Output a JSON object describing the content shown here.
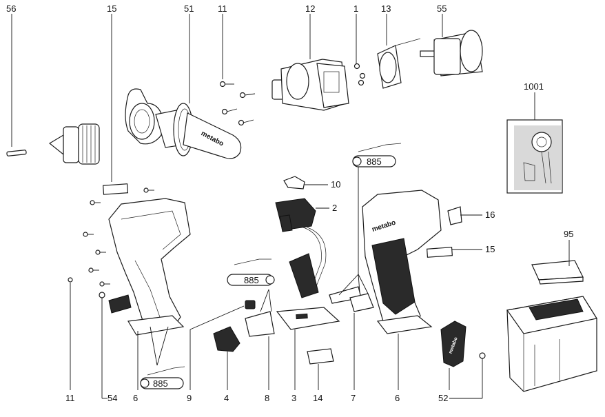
{
  "callouts": {
    "c56": "56",
    "c15a": "15",
    "c51": "51",
    "c11a": "11",
    "c12": "12",
    "c1": "1",
    "c13": "13",
    "c55": "55",
    "c1001": "1001",
    "c10": "10",
    "c2": "2",
    "c16": "16",
    "c15b": "15",
    "c95": "95",
    "c11b": "11",
    "c54": "54",
    "c6a": "6",
    "c9": "9",
    "c4": "4",
    "c8": "8",
    "c3": "3",
    "c14": "14",
    "c7": "7",
    "c6b": "6",
    "c52": "52"
  },
  "grease": {
    "g1": "885",
    "g2": "885",
    "g3": "885"
  },
  "handle_brand": "metabo",
  "housing_brand": "metabo",
  "clip_brand": "metabo",
  "colors": {
    "ink": "#111111",
    "battery_fill": "#ffffff",
    "dark_part": "#2a2a2a"
  }
}
